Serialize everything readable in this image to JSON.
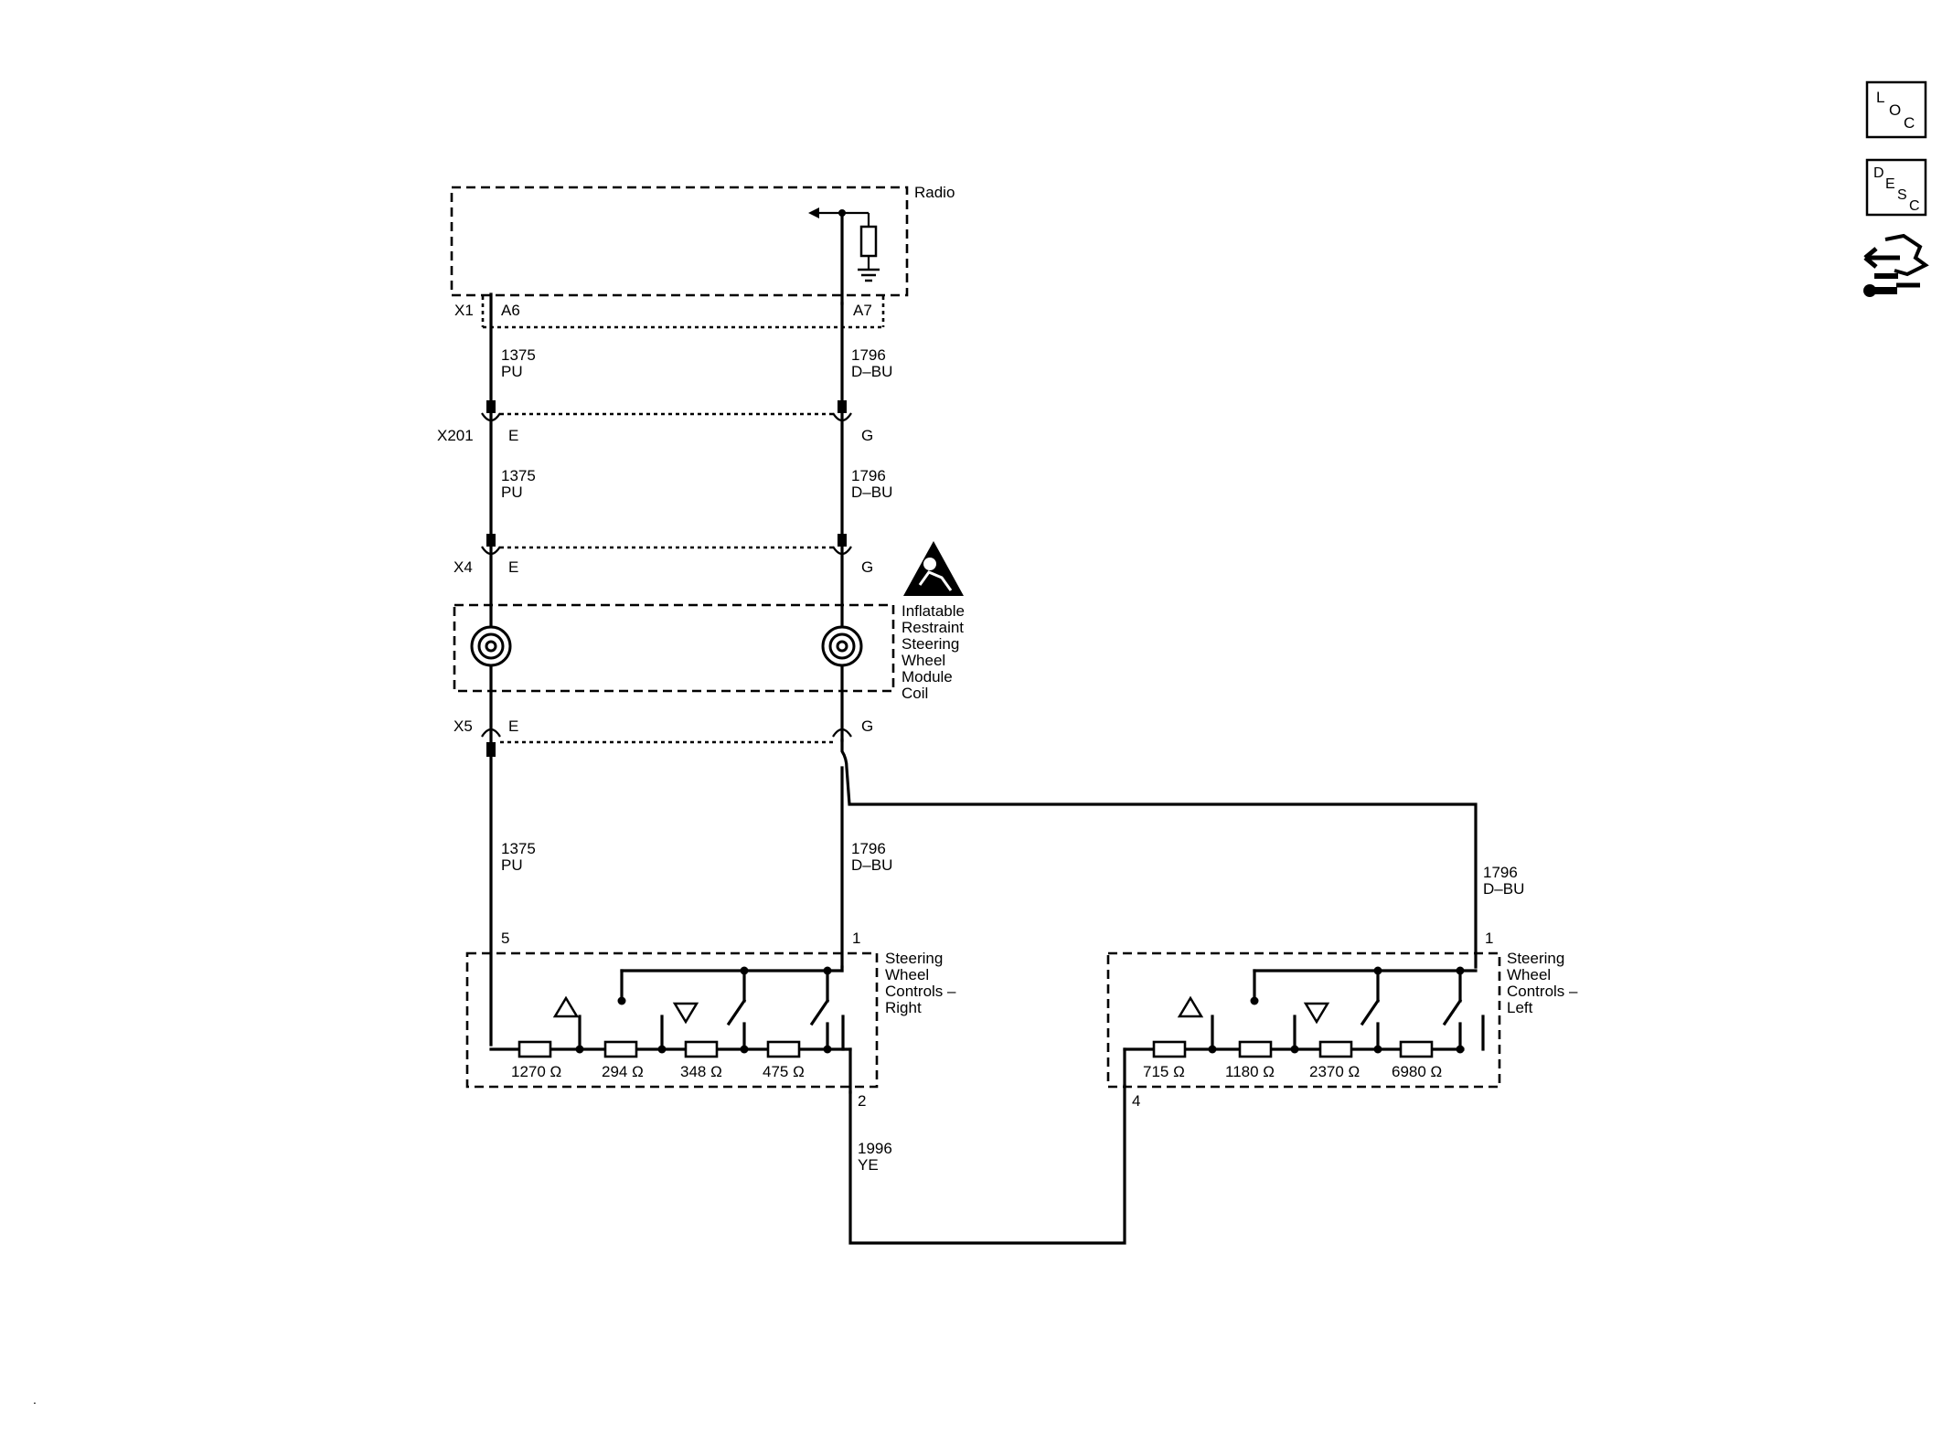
{
  "icons": {
    "loc": {
      "name": "loc-icon",
      "letters": [
        "L",
        "O",
        "C"
      ]
    },
    "desc": {
      "name": "desc-icon",
      "letters": [
        "D",
        "E",
        "S",
        "C"
      ]
    },
    "connector_tool": {
      "name": "connector-tool-icon"
    }
  },
  "components": {
    "radio": "Radio",
    "inflatable_restraint": [
      "Inflatable",
      "Restraint",
      "Steering",
      "Wheel",
      "Module",
      "Coil"
    ],
    "swc_right": [
      "Steering",
      "Wheel",
      "Controls –",
      "Right"
    ],
    "swc_left": [
      "Steering",
      "Wheel",
      "Controls –",
      "Left"
    ]
  },
  "connectors": {
    "x1": {
      "name": "X1",
      "left_pin": "A6",
      "right_pin": "A7"
    },
    "x201": {
      "name": "X201",
      "left_pin": "E",
      "right_pin": "G"
    },
    "x4": {
      "name": "X4",
      "left_pin": "E",
      "right_pin": "G"
    },
    "x5": {
      "name": "X5",
      "left_pin": "E",
      "right_pin": "G"
    }
  },
  "wires": {
    "pu": {
      "circuit": "1375",
      "color": "PU"
    },
    "dbu": {
      "circuit": "1796",
      "color": "D–BU"
    },
    "ye": {
      "circuit": "1996",
      "color": "YE"
    }
  },
  "pins": {
    "right_pu": "5",
    "right_dbu": "1",
    "right_ye": "2",
    "left_dbu": "1",
    "left_ye": "4"
  },
  "resistors_right": [
    "1270 Ω",
    "294 Ω",
    "348 Ω",
    "475 Ω"
  ],
  "resistors_left": [
    "715 Ω",
    "1180 Ω",
    "2370 Ω",
    "6980 Ω"
  ],
  "footer_mark": "."
}
